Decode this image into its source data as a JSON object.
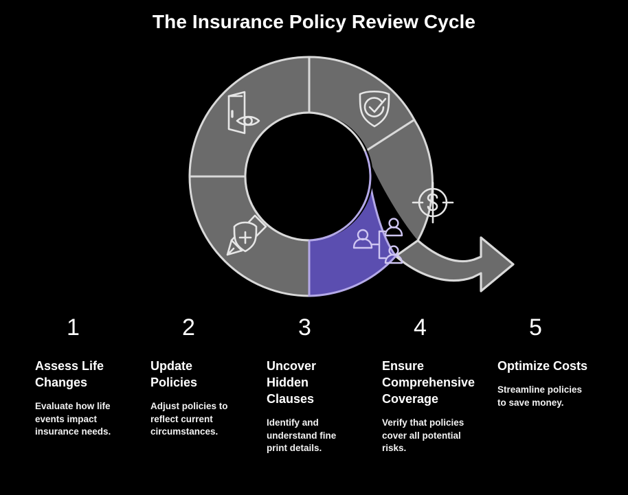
{
  "title": "The Insurance Policy Review Cycle",
  "colors": {
    "background": "#000000",
    "segment_default": "#6b6b6b",
    "segment_highlight": "#5b4eb0",
    "outline": "#d9d9d9",
    "outline_highlight": "#b4a9e8",
    "text": "#ffffff"
  },
  "diagram": {
    "type": "circular-arrow-cycle",
    "shape_description": "Gray donut ring broken into five segments with an arrow tail sweeping out to the right",
    "segment_count": 5,
    "highlighted_segment_index": 3,
    "segments": [
      {
        "index": 1,
        "icon": "door-eye-icon",
        "state": "default"
      },
      {
        "index": 2,
        "icon": "shield-check-icon",
        "state": "default"
      },
      {
        "index": 3,
        "icon": "pencil-shield-plus-icon",
        "state": "default"
      },
      {
        "index": 4,
        "icon": "people-org-chart-icon",
        "state": "highlighted"
      },
      {
        "index": 5,
        "icon": "dollar-target-icon",
        "state": "default"
      }
    ]
  },
  "steps": [
    {
      "number": "1",
      "title": "Assess Life Changes",
      "description": "Evaluate how life events impact insurance needs."
    },
    {
      "number": "2",
      "title": "Update Policies",
      "description": "Adjust policies to reflect current circumstances."
    },
    {
      "number": "3",
      "title": "Uncover Hidden Clauses",
      "description": "Identify and understand fine print details."
    },
    {
      "number": "4",
      "title": "Ensure Comprehensive Coverage",
      "description": "Verify that policies cover all potential risks."
    },
    {
      "number": "5",
      "title": "Optimize Costs",
      "description": "Streamline policies to save money."
    }
  ]
}
